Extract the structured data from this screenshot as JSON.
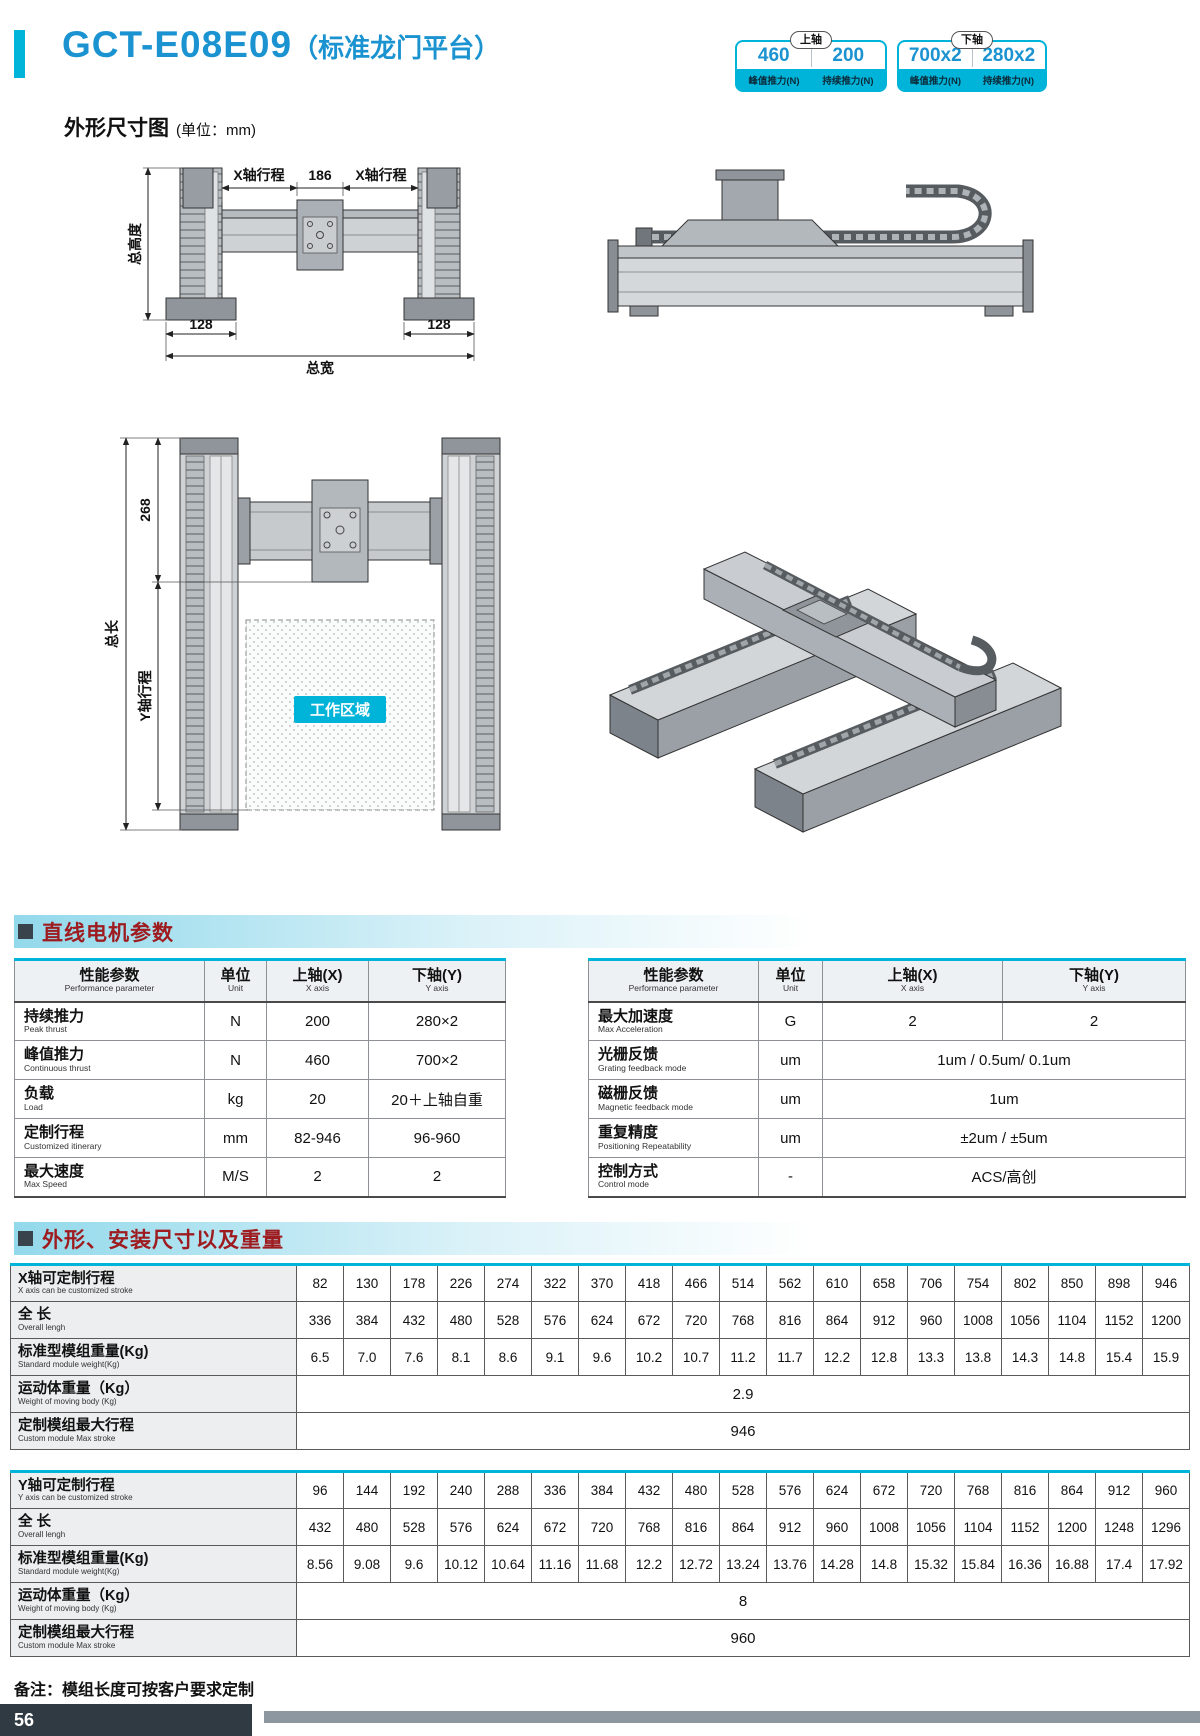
{
  "header": {
    "model": "GCT-E08E09",
    "subtitle": "（标准龙门平台）"
  },
  "badges": {
    "upper": {
      "tag": "上轴",
      "peak": "460",
      "cont": "200",
      "peak_label": "峰值推力(N)",
      "cont_label": "持续推力(N)"
    },
    "lower": {
      "tag": "下轴",
      "peak": "700x2",
      "cont": "280x2",
      "peak_label": "峰值推力(N)",
      "cont_label": "持续推力(N)"
    }
  },
  "dim_section": {
    "title": "外形尺寸图",
    "unit": "(单位：mm)"
  },
  "drawings": {
    "front": {
      "x_stroke_left": "X轴行程",
      "x_center": "186",
      "x_stroke_right": "X轴行程",
      "total_height": "总高度",
      "base_left": "128",
      "base_right": "128",
      "total_width": "总宽"
    },
    "top": {
      "beam_dim": "268",
      "total_length": "总长",
      "y_stroke": "Y轴行程",
      "work_area": "工作区域"
    }
  },
  "sections": {
    "motor": "直线电机参数",
    "size": "外形、安装尺寸以及重量"
  },
  "motor_tables": {
    "left": {
      "header": [
        {
          "cn": "性能参数",
          "en": "Performance parameter"
        },
        {
          "cn": "单位",
          "en": "Unit"
        },
        {
          "cn": "上轴(X)",
          "en": "X axis"
        },
        {
          "cn": "下轴(Y)",
          "en": "Y axis"
        }
      ],
      "rows": [
        {
          "cn": "持续推力",
          "en": "Peak thrust",
          "unit": "N",
          "x": "200",
          "y": "280×2"
        },
        {
          "cn": "峰值推力",
          "en": "Continuous thrust",
          "unit": "N",
          "x": "460",
          "y": "700×2"
        },
        {
          "cn": "负载",
          "en": "Load",
          "unit": "kg",
          "x": "20",
          "y": "20＋上轴自重"
        },
        {
          "cn": "定制行程",
          "en": "Customized itinerary",
          "unit": "mm",
          "x": "82-946",
          "y": "96-960"
        },
        {
          "cn": "最大速度",
          "en": "Max Speed",
          "unit": "M/S",
          "x": "2",
          "y": "2"
        }
      ]
    },
    "right": {
      "header": [
        {
          "cn": "性能参数",
          "en": "Performance parameter"
        },
        {
          "cn": "单位",
          "en": "Unit"
        },
        {
          "cn": "上轴(X)",
          "en": "X axis"
        },
        {
          "cn": "下轴(Y)",
          "en": "Y axis"
        }
      ],
      "rows": [
        {
          "cn": "最大加速度",
          "en": "Max Acceleration",
          "unit": "G",
          "x": "2",
          "y": "2"
        },
        {
          "cn": "光栅反馈",
          "en": "Grating feedback mode",
          "unit": "um",
          "span": "1um / 0.5um/ 0.1um"
        },
        {
          "cn": "磁栅反馈",
          "en": "Magnetic feedback mode",
          "unit": "um",
          "span": "1um"
        },
        {
          "cn": "重复精度",
          "en": "Positioning Repeatability",
          "unit": "um",
          "span": "±2um / ±5um"
        },
        {
          "cn": "控制方式",
          "en": "Control mode",
          "unit": "-",
          "span": "ACS/高创"
        }
      ]
    }
  },
  "size_tables": [
    {
      "rows": [
        {
          "cn": "X轴可定制行程",
          "en": "X axis can be customized stroke",
          "values": [
            "82",
            "130",
            "178",
            "226",
            "274",
            "322",
            "370",
            "418",
            "466",
            "514",
            "562",
            "610",
            "658",
            "706",
            "754",
            "802",
            "850",
            "898",
            "946"
          ]
        },
        {
          "cn": "全 长",
          "en": "Overall lengh",
          "values": [
            "336",
            "384",
            "432",
            "480",
            "528",
            "576",
            "624",
            "672",
            "720",
            "768",
            "816",
            "864",
            "912",
            "960",
            "1008",
            "1056",
            "1104",
            "1152",
            "1200"
          ]
        },
        {
          "cn": "标准型模组重量(Kg)",
          "en": "Standard module weight(Kg)",
          "values": [
            "6.5",
            "7.0",
            "7.6",
            "8.1",
            "8.6",
            "9.1",
            "9.6",
            "10.2",
            "10.7",
            "11.2",
            "11.7",
            "12.2",
            "12.8",
            "13.3",
            "13.8",
            "14.3",
            "14.8",
            "15.4",
            "15.9"
          ]
        },
        {
          "cn": "运动体重量（Kg）",
          "en": "Weight of moving body (Kg)",
          "span": "2.9"
        },
        {
          "cn": "定制模组最大行程",
          "en": "Custom module Max stroke",
          "span": "946"
        }
      ]
    },
    {
      "rows": [
        {
          "cn": "Y轴可定制行程",
          "en": "Y axis can be customized stroke",
          "values": [
            "96",
            "144",
            "192",
            "240",
            "288",
            "336",
            "384",
            "432",
            "480",
            "528",
            "576",
            "624",
            "672",
            "720",
            "768",
            "816",
            "864",
            "912",
            "960"
          ]
        },
        {
          "cn": "全 长",
          "en": "Overall lengh",
          "values": [
            "432",
            "480",
            "528",
            "576",
            "624",
            "672",
            "720",
            "768",
            "816",
            "864",
            "912",
            "960",
            "1008",
            "1056",
            "1104",
            "1152",
            "1200",
            "1248",
            "1296"
          ]
        },
        {
          "cn": "标准型模组重量(Kg)",
          "en": "Standard module weight(Kg)",
          "values": [
            "8.56",
            "9.08",
            "9.6",
            "10.12",
            "10.64",
            "11.16",
            "11.68",
            "12.2",
            "12.72",
            "13.24",
            "13.76",
            "14.28",
            "14.8",
            "15.32",
            "15.84",
            "16.36",
            "16.88",
            "17.4",
            "17.92"
          ]
        },
        {
          "cn": "运动体重量（Kg）",
          "en": "Weight of moving body (Kg)",
          "span": "8"
        },
        {
          "cn": "定制模组最大行程",
          "en": "Custom module Max stroke",
          "span": "960"
        }
      ]
    }
  ],
  "footer": {
    "note": "备注：模组长度可按客户要求定制",
    "page_number": "56"
  }
}
